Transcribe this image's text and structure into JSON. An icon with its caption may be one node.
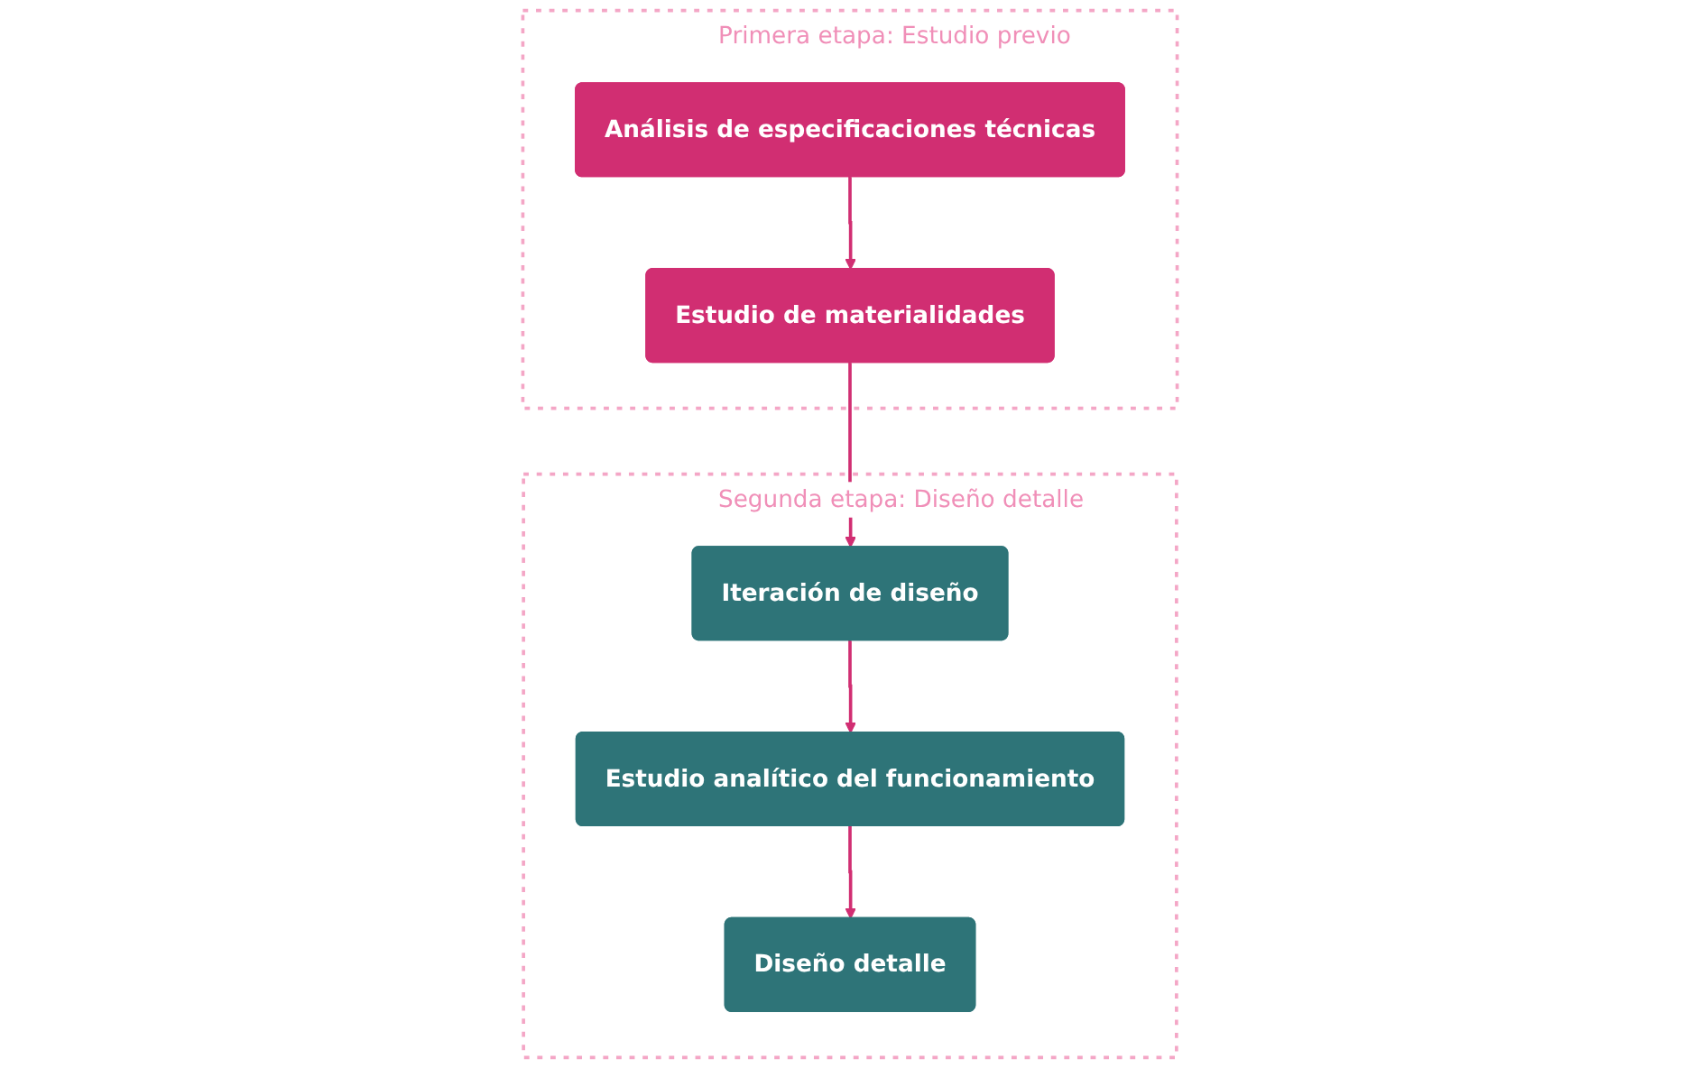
{
  "diagram": {
    "nodes": [
      {
        "text": [
          "Primera etapa: Estudio previo"
        ]
      },
      {
        "text": [
          "Análisis de especificaciones técnicas"
        ],
        "in": 0
      },
      {
        "text": [
          "Estudio de materialidades"
        ],
        "in": 0
      },
      {
        "text": [
          "Segunda etapa: Diseño detalle"
        ]
      },
      {
        "text": [
          "Iteración de diseño"
        ],
        "in": 3
      },
      {
        "text": [
          "Estudio analítico del funcionamiento"
        ],
        "in": 3
      },
      {
        "text": [
          "Diseño detalle"
        ],
        "in": 3
      }
    ],
    "edges": [
      {
        "from": 1,
        "to": 2,
        "arrow": "to"
      },
      {
        "from": 2,
        "to": 4,
        "arrow": "to"
      },
      {
        "from": 4,
        "to": 5,
        "arrow": "to"
      },
      {
        "from": 5,
        "to": 6,
        "arrow": "to"
      }
    ]
  }
}
